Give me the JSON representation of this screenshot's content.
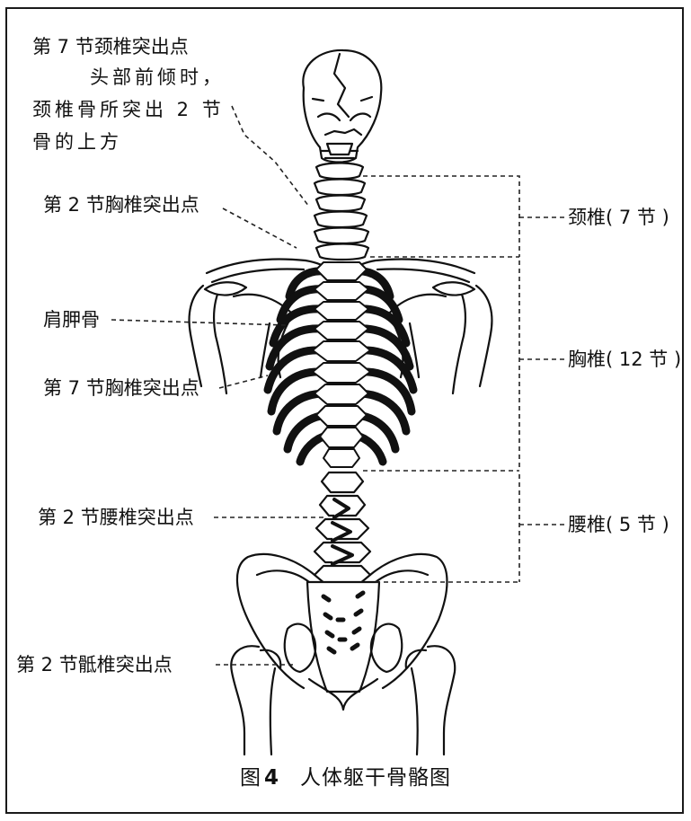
{
  "figure": {
    "caption_prefix": "图",
    "caption_number": "4",
    "caption_title": "人体躯干骨骼图"
  },
  "labels": {
    "c7_point": "第 7 节颈椎突出点",
    "head_note_1": "头部前倾时，",
    "head_note_2": "颈椎骨所突出 2 节",
    "head_note_3": "骨的上方",
    "t2_point": "第 2 节胸椎突出点",
    "scapula": "肩胛骨",
    "t7_point": "第 7 节胸椎突出点",
    "l2_point": "第 2 节腰椎突出点",
    "s2_point": "第 2 节骶椎突出点",
    "cervical": "颈椎( 7 节 )",
    "thoracic": "胸椎( 12 节 )",
    "lumbar": "腰椎( 5 节 )"
  },
  "colors": {
    "ink": "#111111",
    "bone_fill": "#ffffff",
    "rib_shadow": "#1a1a1a"
  }
}
